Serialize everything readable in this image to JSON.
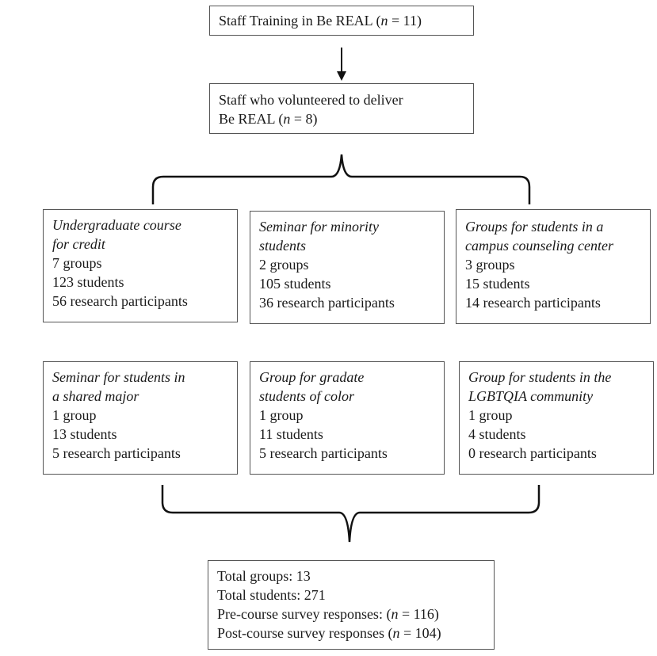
{
  "top": {
    "prefix": "Staff Training in Be REAL (",
    "n_symbol": "n",
    "suffix": " = 11)"
  },
  "volunteer": {
    "line1": "Staff who volunteered to deliver",
    "line2_prefix": "Be REAL (",
    "n_symbol": "n",
    "line2_suffix": " = 8)"
  },
  "groups": [
    {
      "title_lines": [
        "Undergraduate course",
        "for credit"
      ],
      "groups": "7 groups",
      "students": "123 students",
      "participants": "56 research participants"
    },
    {
      "title_lines": [
        "Seminar for minority",
        "students"
      ],
      "groups": "2 groups",
      "students": "105 students",
      "participants": "36 research participants"
    },
    {
      "title_lines": [
        "Groups for students in a",
        "campus counseling center"
      ],
      "groups": "3 groups",
      "students": "15 students",
      "participants": "14 research participants"
    },
    {
      "title_lines": [
        "Seminar for students in",
        "a shared major"
      ],
      "groups": "1 group",
      "students": "13 students",
      "participants": "5 research participants"
    },
    {
      "title_lines": [
        "Group for gradate",
        "students of color"
      ],
      "groups": "1 group",
      "students": "11 students",
      "participants": "5 research participants"
    },
    {
      "title_lines": [
        "Group for students in the",
        "LGBTQIA community"
      ],
      "groups": "1 group",
      "students": "4 students",
      "participants": "0 research participants"
    }
  ],
  "totals": {
    "groups": "Total groups: 13",
    "students": "Total students: 271",
    "pre_prefix": "Pre-course survey responses: (",
    "pre_suffix": " = 116)",
    "post_prefix": "Post-course survey responses (",
    "post_suffix": " = 104)",
    "n_symbol": "n"
  }
}
